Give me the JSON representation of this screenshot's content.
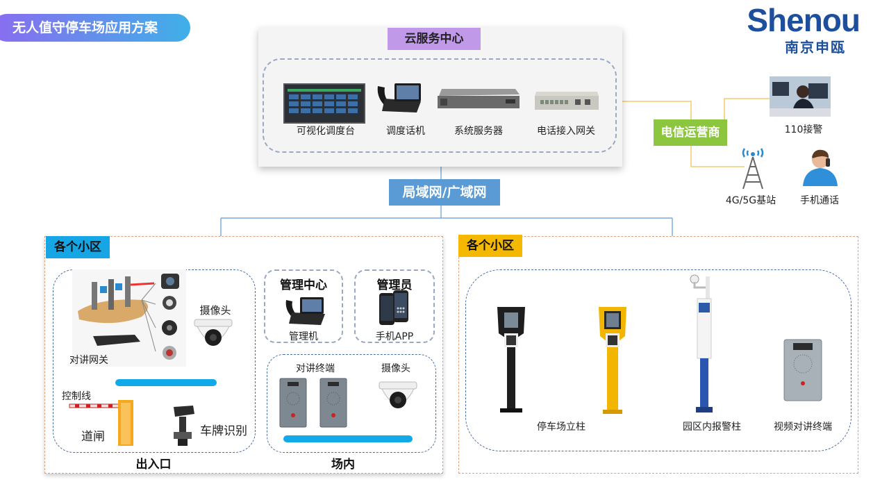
{
  "title": "无人值守停车场应用方案",
  "logo": {
    "en": "Shenou",
    "cn": "南京申瓯"
  },
  "cloud": {
    "label": "云服务中心",
    "devices": [
      "可视化调度台",
      "调度话机",
      "系统服务器",
      "电话接入网关"
    ]
  },
  "network_label": "局域网/广域网",
  "telecom": {
    "label": "电信运营商",
    "items": [
      "110接警",
      "4G/5G基站",
      "手机通话"
    ]
  },
  "left_area": {
    "tag": "各个小区",
    "entrance": {
      "title": "出入口",
      "intercom_gateway": "对讲网关",
      "camera": "摄像头",
      "control_line": "控制线",
      "barrier": "道闸",
      "plate_recognition": "车牌识别"
    },
    "management": {
      "title": "管理中心",
      "device": "管理机"
    },
    "admin": {
      "title": "管理员",
      "device": "手机APP"
    },
    "inside": {
      "title": "场内",
      "terminal": "对讲终端",
      "camera": "摄像头"
    }
  },
  "right_area": {
    "tag": "各个小区",
    "items": [
      "停车场立柱",
      "园区内报警柱",
      "视频对讲终端"
    ]
  },
  "colors": {
    "title_gradient": [
      "#8a6cf0",
      "#3fb0e8"
    ],
    "cloud_label": "#c09ae8",
    "network_label": "#5b9bd5",
    "telecom_label": "#8cc63f",
    "area_tag_left": "#16a6e6",
    "area_tag_right": "#f5b800",
    "bus_bar": "#12a9e8",
    "logo": "#1d4f9c"
  }
}
